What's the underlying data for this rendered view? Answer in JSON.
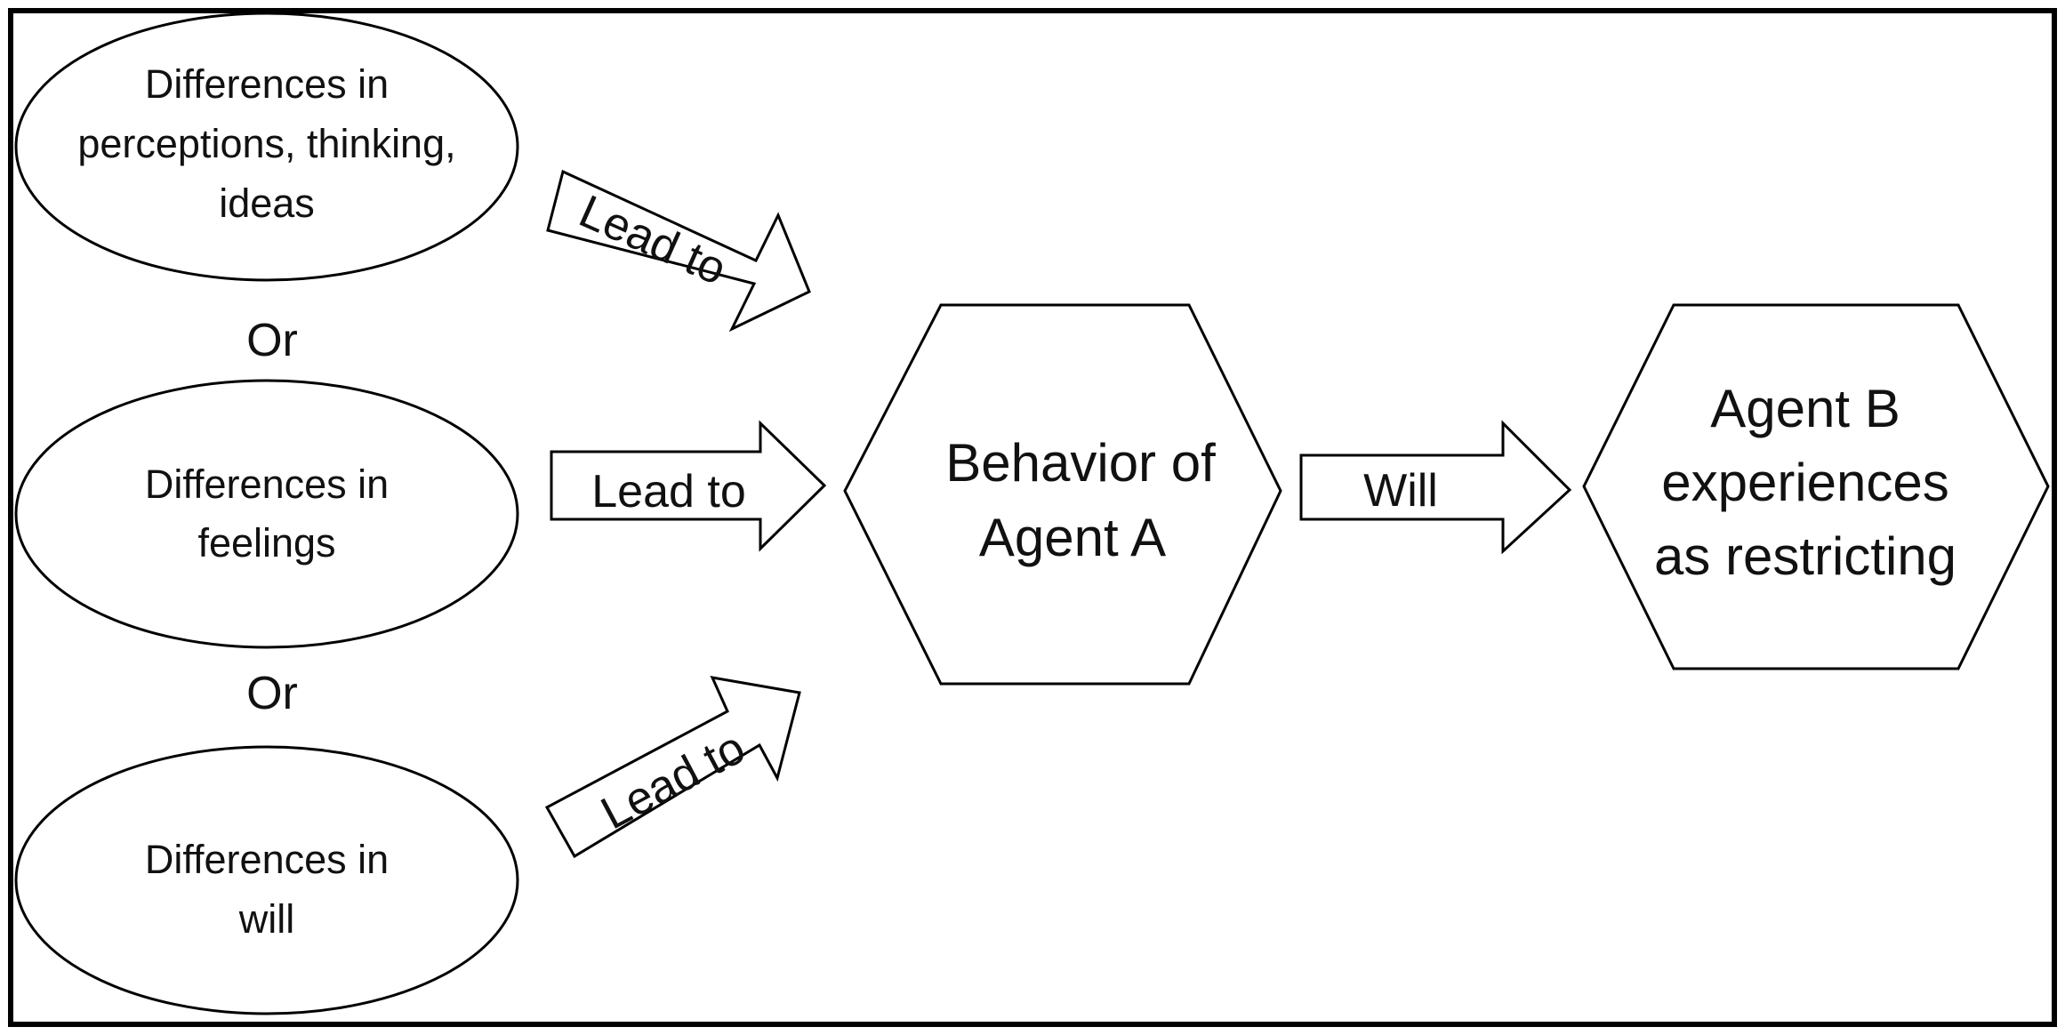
{
  "nodes": {
    "ellipse_top": {
      "lines": [
        "Differences in",
        "perceptions, thinking,",
        "ideas"
      ]
    },
    "ellipse_middle": {
      "lines": [
        "Differences in",
        "feelings"
      ]
    },
    "ellipse_bottom": {
      "lines": [
        "Differences in",
        "will"
      ]
    },
    "hexagon_agent_a": {
      "lines": [
        "Behavior of",
        "Agent A"
      ]
    },
    "hexagon_agent_b": {
      "lines": [
        "Agent B",
        "experiences",
        "as restricting"
      ]
    }
  },
  "connectors": {
    "or_upper": "Or",
    "or_lower": "Or"
  },
  "arrows": {
    "top": "Lead to",
    "middle": "Lead to",
    "bottom": "Lead to",
    "right": "Will"
  }
}
